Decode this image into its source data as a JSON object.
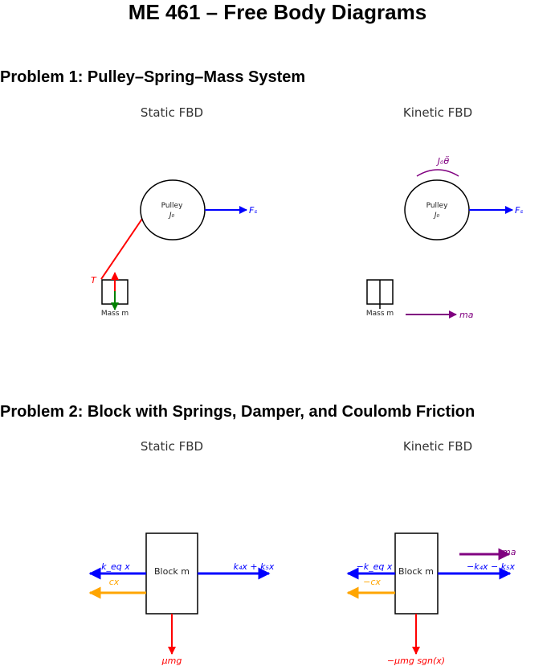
{
  "title": "ME 461 – Free Body Diagrams",
  "problem1": {
    "heading": "Problem 1: Pulley–Spring–Mass System",
    "static": {
      "panel_title": "Static FBD",
      "pulley_label": "Pulley",
      "pulley_inertia": "J₀",
      "spring_force": "Fₛ",
      "tension": "T",
      "mass_label": "Mass m"
    },
    "kinetic": {
      "panel_title": "Kinetic FBD",
      "pulley_label": "Pulley",
      "pulley_inertia": "J₀",
      "spring_force": "Fₛ",
      "moment_label": "J₀θ̈",
      "mass_label": "Mass m",
      "inertial_force": "ma"
    }
  },
  "problem2": {
    "heading": "Problem 2: Block with Springs, Damper, and Coulomb Friction",
    "static": {
      "panel_title": "Static FBD",
      "block_label": "Block m",
      "left_spring": "k_eq x",
      "left_damper": "cx",
      "right_force": "k₄x + k₅x",
      "friction": "μmg"
    },
    "kinetic": {
      "panel_title": "Kinetic FBD",
      "block_label": "Block m",
      "left_spring": "−k_eq x",
      "left_damper": "−cx",
      "right_force": "−k₄x − k₅x",
      "friction": "−μmg sgn(x)",
      "inertial_force": "ma"
    }
  },
  "colors": {
    "spring": "#0000ff",
    "damper": "#ffa500",
    "tension": "#ff0000",
    "weight": "#008000",
    "inertial": "#800080",
    "friction": "#ff0000"
  }
}
